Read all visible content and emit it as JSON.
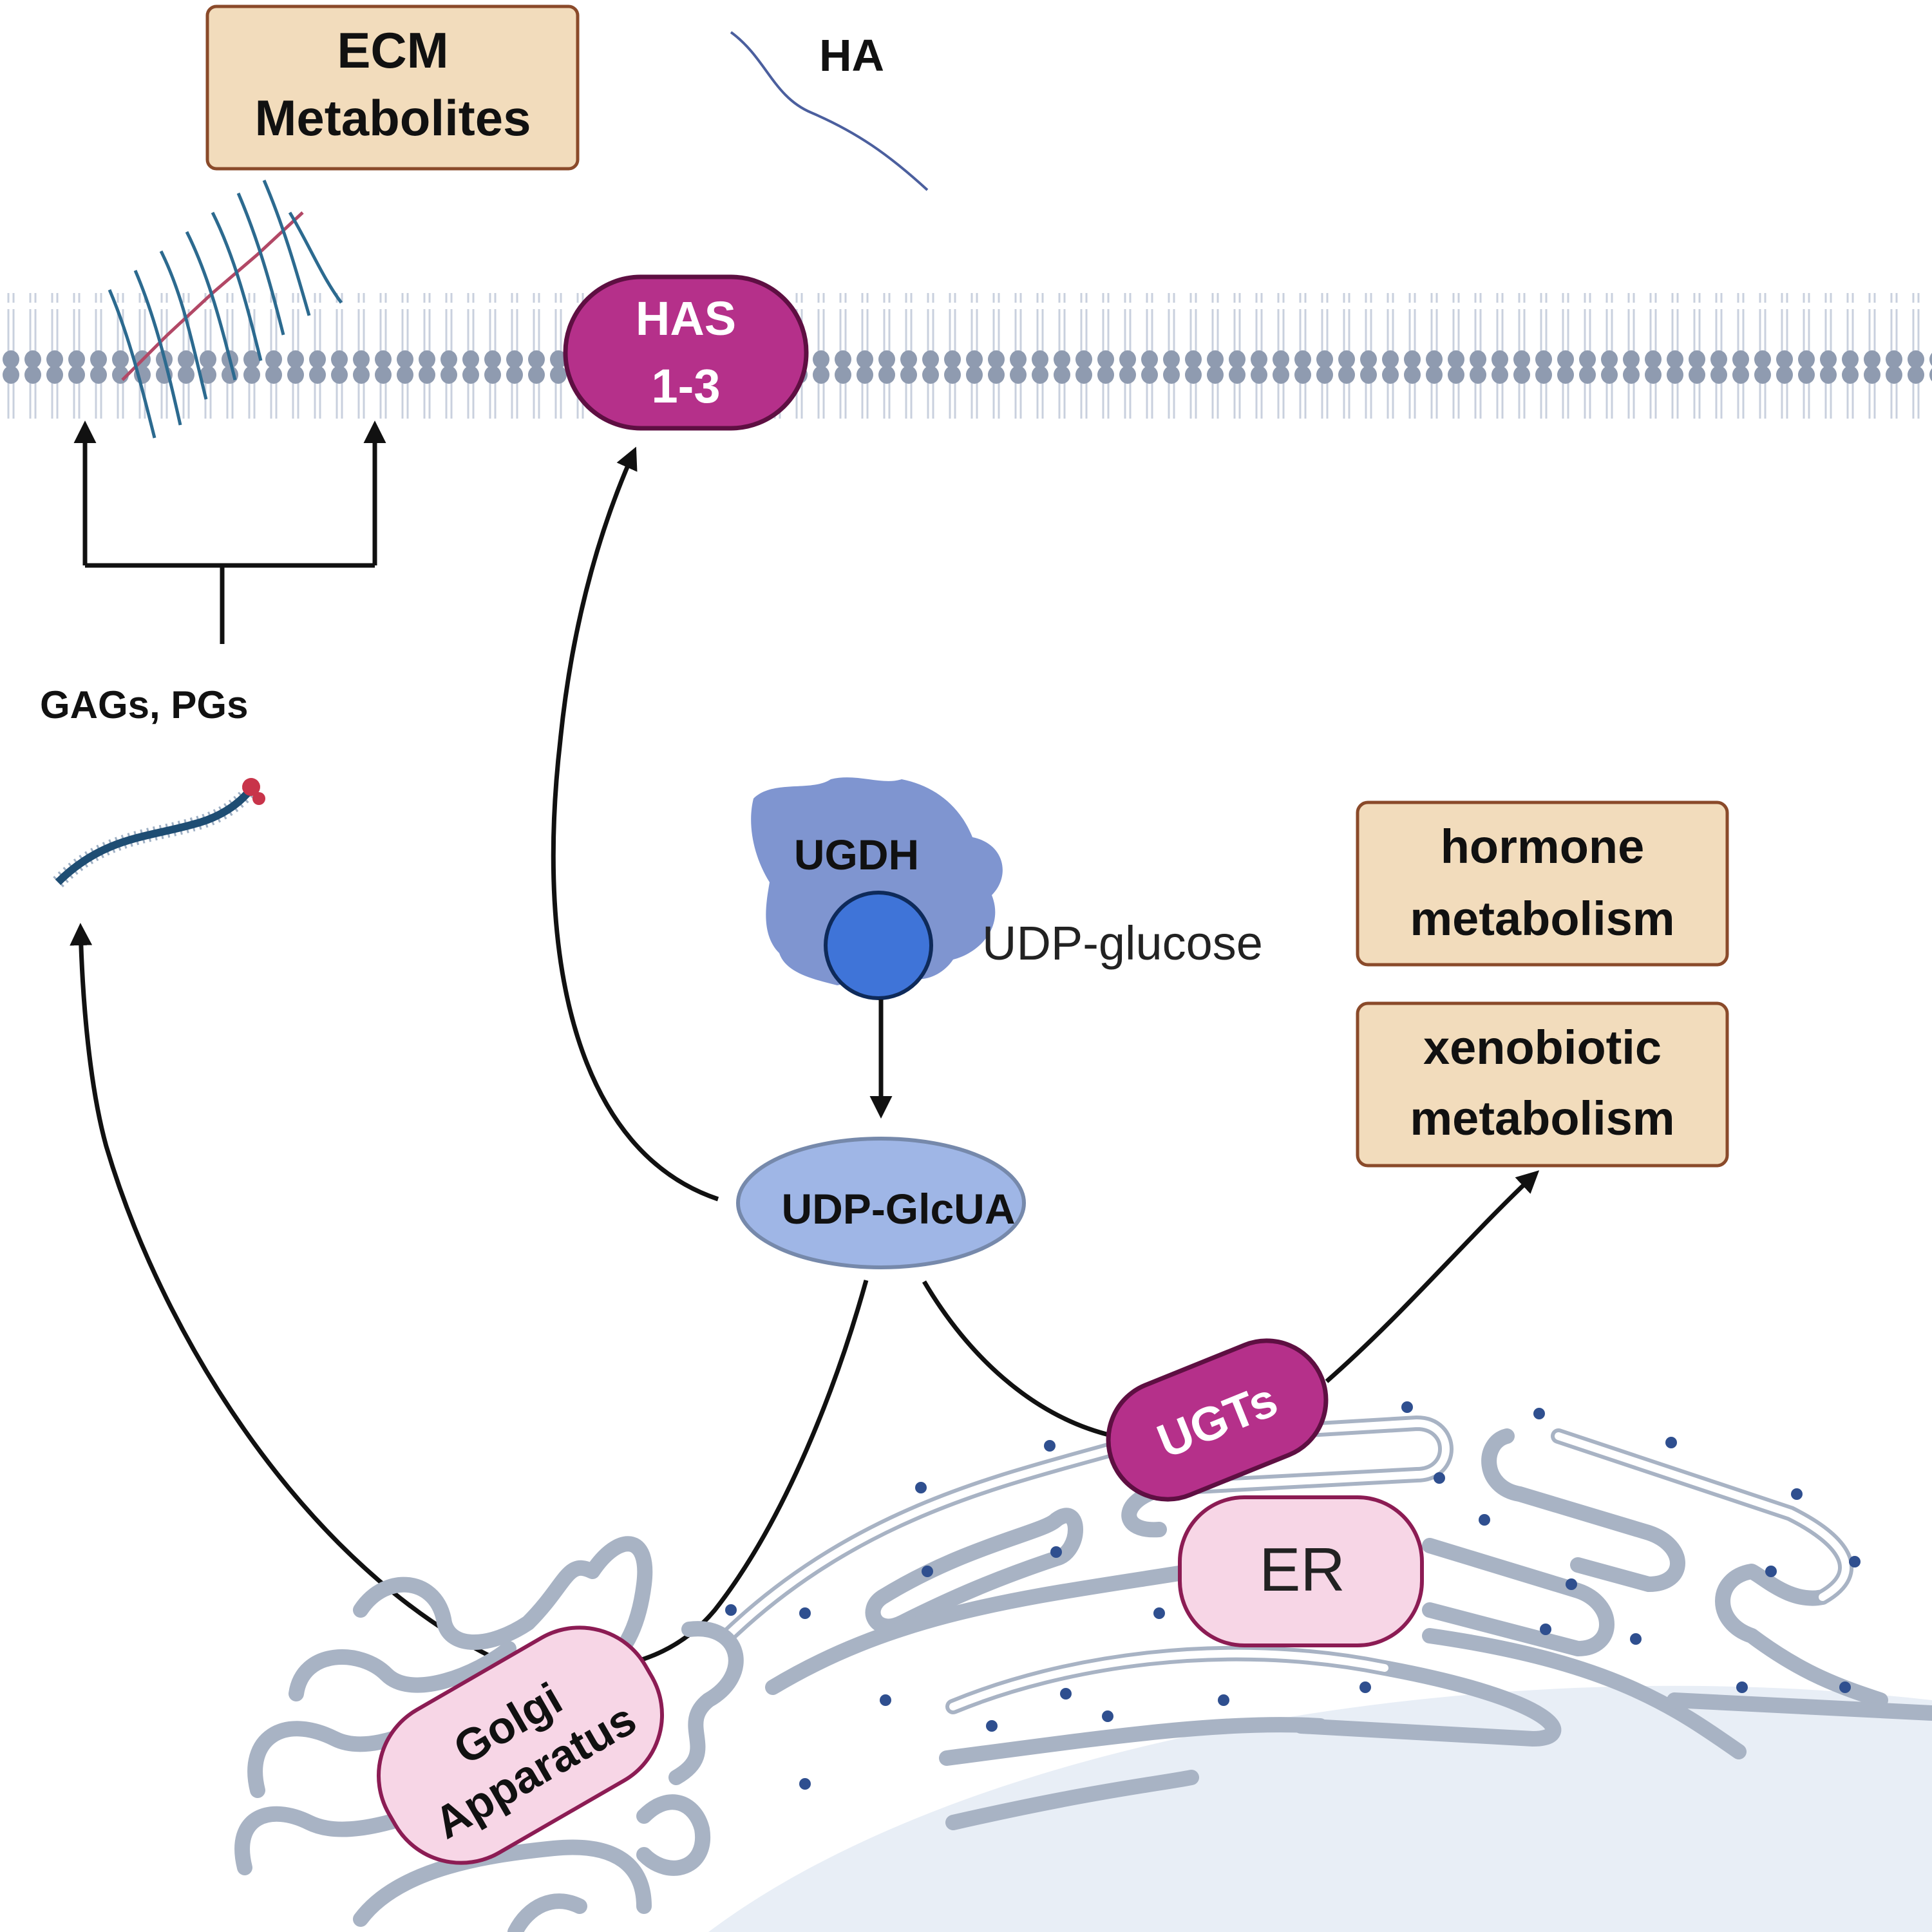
{
  "figure": {
    "ecm_box": {
      "line1": "ECM",
      "line2": "Metabolites"
    },
    "ha_label": "HA",
    "has_enzyme": {
      "line1": "HAS",
      "line2": "1-3"
    },
    "gags_label": "GAGs, PGs",
    "ugdh_label": "UGDH",
    "udp_glucose_label": "UDP-glucose",
    "udp_glcua_label": "UDP-GlcUA",
    "hormone_box": {
      "line1": "hormone",
      "line2": "metabolism"
    },
    "xenobiotic_box": {
      "line1": "xenobiotic",
      "line2": "metabolism"
    },
    "ugts_label": "UGTs",
    "er_label": "ER",
    "golgi_label": {
      "line1": "Golgi",
      "line2": "Apparatus"
    }
  },
  "colors": {
    "box_fill": "#f2dcbc",
    "box_border": "#8a4a2a",
    "enzyme_magenta": "#b5308a",
    "organelle_pink": "#f7d6e6",
    "ugdh_blue": "#7f95d0",
    "udp_glucose_blue": "#3f74d8",
    "udp_glcua_blue": "#9fb6e6",
    "membrane_grey": "#8f9bb0",
    "nucleus": "#e8eef6"
  }
}
